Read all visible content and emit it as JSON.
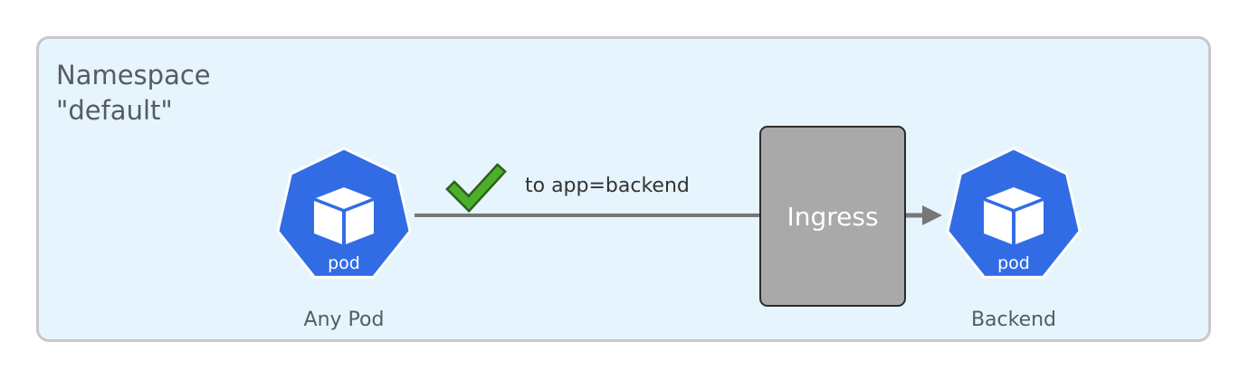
{
  "namespace": {
    "title_line1": "Namespace",
    "title_line2": "\"default\""
  },
  "nodes": {
    "source": {
      "label": "Any Pod",
      "icon_text": "pod"
    },
    "target": {
      "label": "Backend",
      "icon_text": "pod"
    },
    "ingress": {
      "label": "Ingress"
    }
  },
  "edge": {
    "label": "to app=backend",
    "status": "allowed"
  },
  "colors": {
    "namespace_fill": "#e6f4fd",
    "namespace_border": "#c8c8c8",
    "pod_blue": "#326ce5",
    "ingress_fill": "#a9a9a9",
    "check_green": "#4caf2a",
    "arrow_gray": "#777777"
  }
}
